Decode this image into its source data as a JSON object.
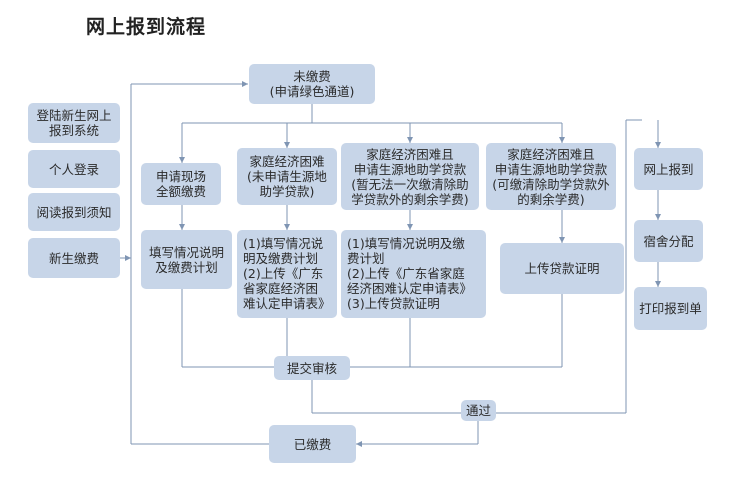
{
  "title": "网上报到流程",
  "nodes": {
    "login_new": "登陆新生网上\n报到系统",
    "personal_login": "个人登录",
    "read_notice": "阅读报到须知",
    "new_student_pay": "新生缴费",
    "unpaid": "未缴费\n(申请绿色通道)",
    "apply_full": "申请现场\n全额缴费",
    "hardship_no_loan": "家庭经济困难\n(未申请生源地\n助学贷款)",
    "hardship_loan_partial": "家庭经济困难且\n申请生源地助学贷款\n(暂无法一次缴清除助\n学贷款外的剩余学费)",
    "hardship_loan_full": "家庭经济困难且\n申请生源地助学贷款\n(可缴清除助学贷款外\n的剩余学费)",
    "fill_plan": "填写情况说明\n及缴费计划",
    "steps_no_loan": "(1)填写情况说\n明及缴费计划\n(2)上传《广东\n省家庭经济困\n难认定申请表》",
    "steps_loan_partial": "(1)填写情况说明及缴\n费计划\n(2)上传《广东省家庭\n经济困难认定申请表》\n(3)上传贷款证明",
    "upload_loan_proof": "上传贷款证明",
    "submit_review": "提交审核",
    "passed": "通过",
    "paid": "已缴费",
    "online_report": "网上报到",
    "dorm_assign": "宿舍分配",
    "print_report": "打印报到单"
  },
  "colors": {
    "box": "#c7d5e8",
    "line": "#7f95b3"
  }
}
